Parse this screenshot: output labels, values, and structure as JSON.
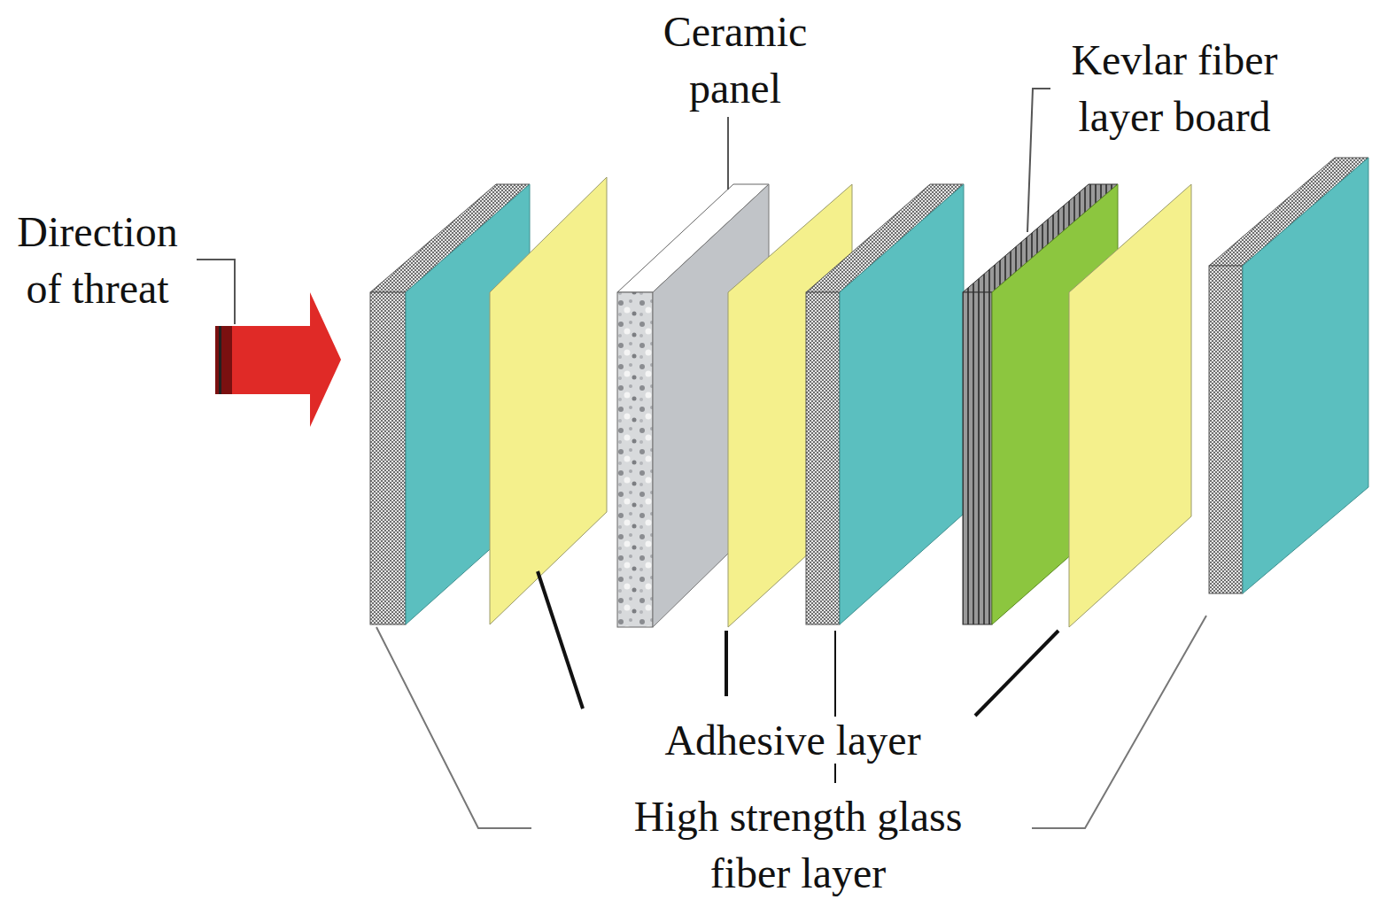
{
  "diagram": {
    "labels": [
      "Direction of threat",
      "Ceramic panel",
      "Kevlar fiber layer board",
      "Adhesive layer",
      "High strength glass fiber layer"
    ]
  }
}
